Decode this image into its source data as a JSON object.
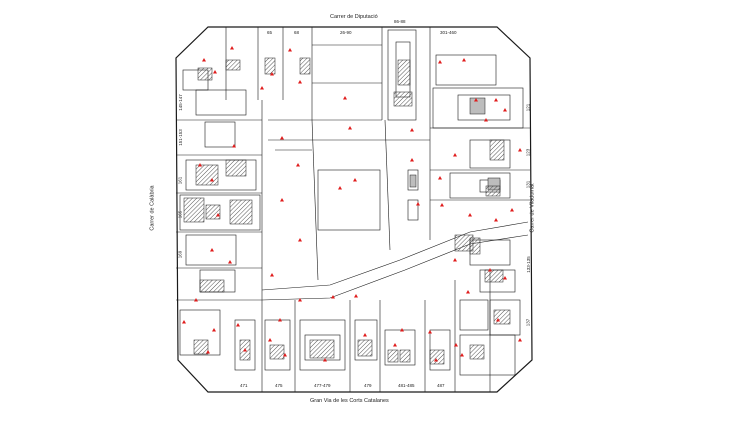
{
  "streets": {
    "top": "Carrer de Diputació",
    "bottom": "Gran Via de les Corts Catalanes",
    "left": "Carrer de Calàbria",
    "right": "Carrer de Viladomat"
  },
  "top_numbers": [
    "65",
    "68",
    "26-90",
    "86-88"
  ],
  "top_right_number": "301-460",
  "bottom_numbers": [
    "471",
    "475",
    "477-479",
    "479",
    "481-485",
    "487"
  ],
  "left_numbers": [
    "145-147",
    "151-153",
    "161",
    "165",
    "169"
  ],
  "right_numbers": [
    "121",
    "123",
    "131",
    "133-135",
    "137"
  ],
  "colors": {
    "line": "#1a1a1a",
    "marker": "#e01b1b",
    "hatch": "#555555",
    "gray_fill": "#bdbdbd"
  }
}
